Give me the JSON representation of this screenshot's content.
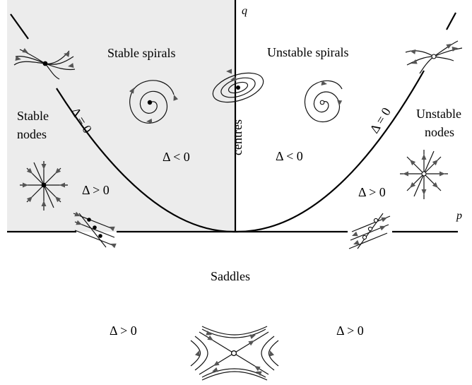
{
  "axes": {
    "x": "p",
    "y": "q"
  },
  "regions": {
    "stable_spirals": "Stable spirals",
    "unstable_spirals": "Unstable spirals",
    "stable_nodes_1": "Stable",
    "stable_nodes_2": "nodes",
    "unstable_nodes_1": "Unstable",
    "unstable_nodes_2": "nodes",
    "centres": "centres",
    "saddles": "Saddles"
  },
  "conditions": {
    "left_parabola": "Δ = 0",
    "right_parabola": "Δ = 0",
    "left_inside": "Δ < 0",
    "right_inside": "Δ < 0",
    "left_outside": "Δ > 0",
    "right_outside": "Δ > 0",
    "saddle_left": "Δ > 0",
    "saddle_right": "Δ > 0"
  },
  "colors": {
    "stable_region_fill": "#ececec",
    "arrow": "#555555",
    "line": "#000000"
  }
}
